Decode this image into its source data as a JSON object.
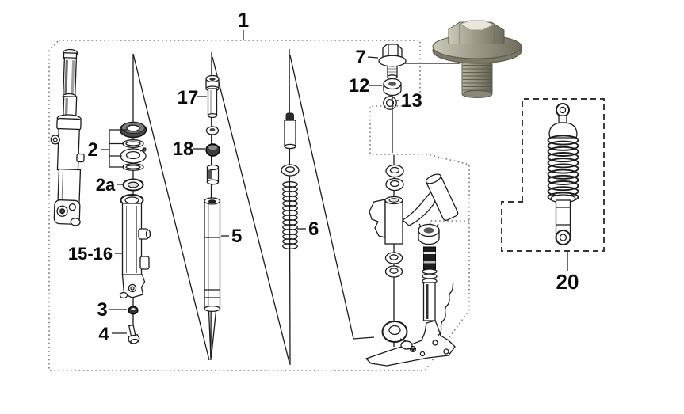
{
  "diagram": {
    "kind": "exploded-parts-diagram",
    "colors": {
      "background": "#ffffff",
      "line": "#1c1c1c",
      "outer_border_dots": "#7d7d7d",
      "shock_box_dash": "#333333",
      "bolt_photo_metal": "#94907e",
      "bolt_photo_shadow": "#5c594c",
      "bolt_photo_highlight": "#e9e6da"
    }
  },
  "labels": {
    "p1": "1",
    "p2": "2",
    "p2a": "2a",
    "p3": "3",
    "p4": "4",
    "p5": "5",
    "p6": "6",
    "p7": "7",
    "p12": "12",
    "p13": "13",
    "p15_16": "15-16",
    "p17": "17",
    "p18": "18",
    "p20": "20"
  }
}
